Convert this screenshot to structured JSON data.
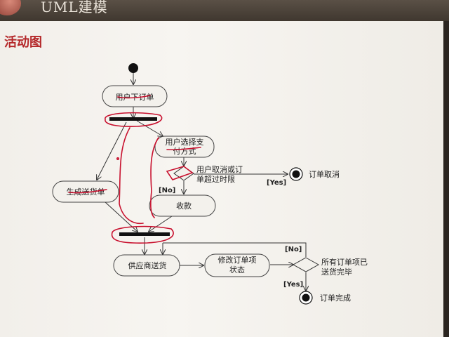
{
  "window": {
    "title": "UML建模"
  },
  "slide": {
    "title": "活动图"
  },
  "diagram": {
    "nodes": {
      "place_order": "用户下订单",
      "choose_payment_line1": "用户选择支",
      "choose_payment_line2": "付方式",
      "generate_delivery": "生成送货单",
      "receive_payment": "收款",
      "supplier_delivery": "供应商送货",
      "modify_item_line1": "修改订单项",
      "modify_item_line2": "状态"
    },
    "annotations": {
      "cancel_condition_line1": "用户取消或订",
      "cancel_condition_line2": "单超过时限",
      "order_cancelled": "订单取消",
      "all_delivered_line1": "所有订单项已",
      "all_delivered_line2": "送货完毕",
      "order_complete": "订单完成"
    },
    "guards": {
      "yes_cancel": "[Yes]",
      "no_payment": "[No]",
      "no_loop": "[No]",
      "yes_done": "[Yes]"
    },
    "colors": {
      "ink": "#333333",
      "marker": "#c8102e",
      "title": "#b4282a"
    }
  }
}
